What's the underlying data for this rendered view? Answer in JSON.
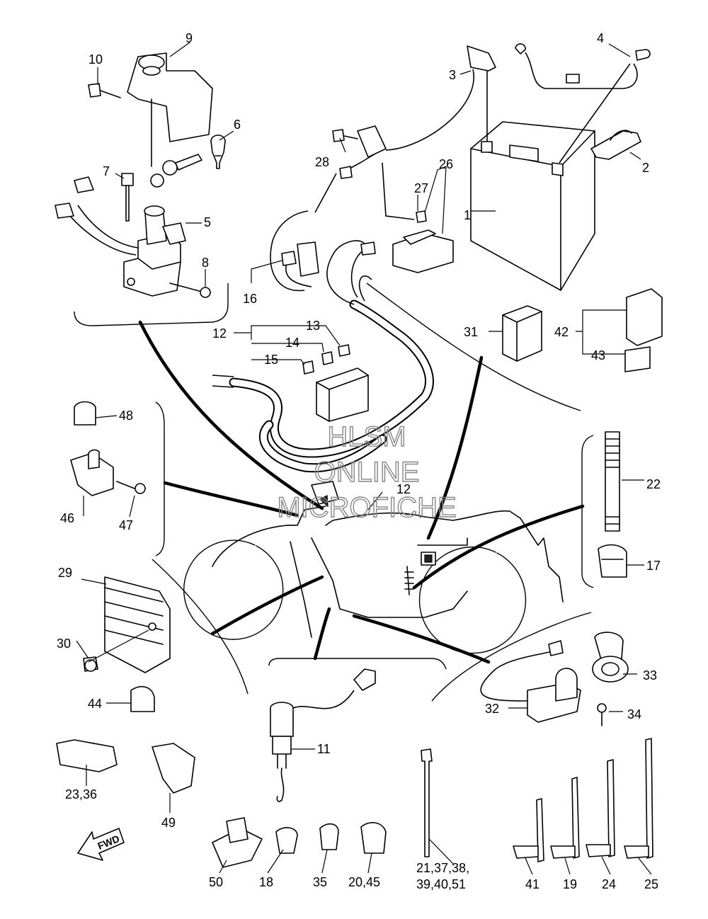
{
  "labels": {
    "n1": "1",
    "n2": "2",
    "n3": "3",
    "n4": "4",
    "n5": "5",
    "n6": "6",
    "n7": "7",
    "n8": "8",
    "n9": "9",
    "n10": "10",
    "n11": "11",
    "n12a": "12",
    "n12b": "12",
    "n13": "13",
    "n14": "14",
    "n15": "15",
    "n16": "16",
    "n17": "17",
    "n18": "18",
    "n19": "19",
    "n22": "22",
    "n23_36": "23,36",
    "n24": "24",
    "n25": "25",
    "n26": "26",
    "n27": "27",
    "n28": "28",
    "n29": "29",
    "n30": "30",
    "n31": "31",
    "n32": "32",
    "n33": "33",
    "n34": "34",
    "n35": "35",
    "n41": "41",
    "n42": "42",
    "n43": "43",
    "n44": "44",
    "n46": "46",
    "n47": "47",
    "n48": "48",
    "n49": "49",
    "n50": "50",
    "n20_45": "20,45",
    "n21_line1": "21,37,38,",
    "n21_line2": "39,40,51"
  },
  "watermark": {
    "line1": "HLSM",
    "line2": "ONLINE",
    "line3": "MICROFICHE"
  },
  "fwd_arrow": "FWD"
}
